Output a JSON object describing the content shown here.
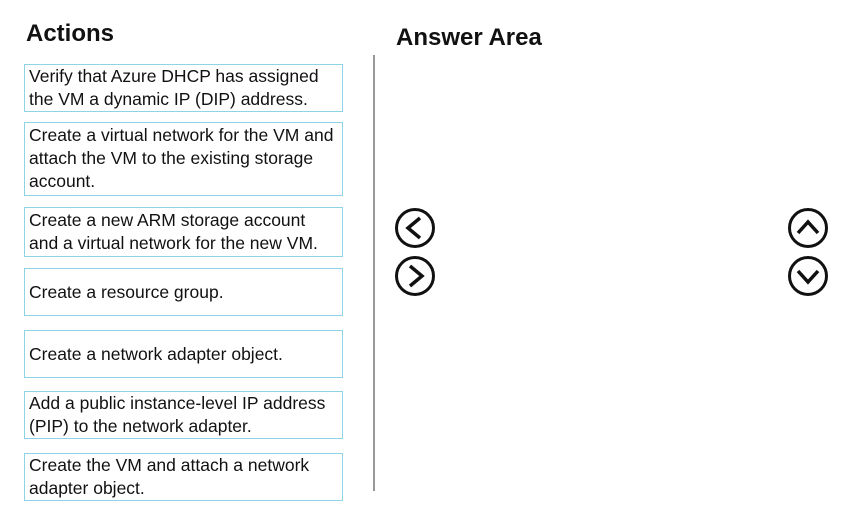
{
  "actions_heading": "Actions",
  "answer_heading": "Answer Area",
  "actions": [
    "Verify that Azure DHCP has assigned the VM a dynamic IP (DIP) address.",
    "Create a virtual network for the VM and attach the VM to the existing storage account.",
    "Create a new ARM storage account and a virtual network for the new VM.",
    "Create a resource group.",
    "Create a network adapter object.",
    "Add a public instance-level IP address (PIP) to the network adapter.",
    "Create the VM and attach a network adapter object."
  ],
  "icons": [
    "move-left-icon",
    "move-right-icon",
    "move-up-icon",
    "move-down-icon"
  ]
}
